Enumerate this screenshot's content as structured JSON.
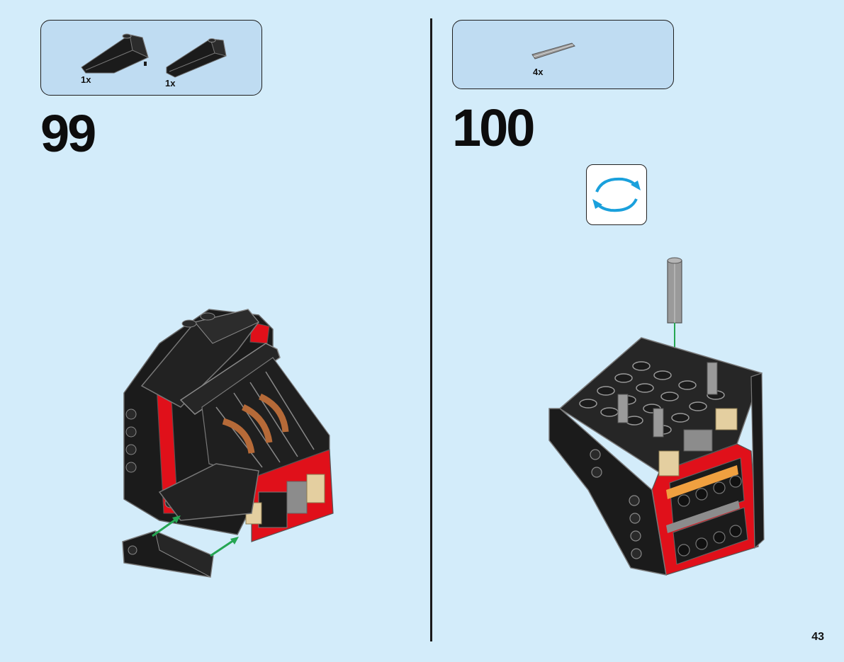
{
  "page": {
    "number": "43"
  },
  "steps": [
    {
      "number": "99",
      "parts": [
        {
          "qty": "1x",
          "part": "black wedge plate (left)",
          "color": "#1b1b1b"
        },
        {
          "qty": "1x",
          "part": "black wedge plate (right)",
          "color": "#1b1b1b"
        }
      ]
    },
    {
      "number": "100",
      "parts": [
        {
          "qty": "4x",
          "part": "gray axle",
          "color": "#9a9a9a"
        }
      ],
      "icon": "rotate-model-icon"
    }
  ],
  "colors": {
    "background": "#d3ecfa",
    "parts_box": "#bfdcf2",
    "brick_black": "#1b1b1b",
    "brick_red": "#e0101a",
    "brick_tan": "#e4cfa0",
    "brick_gray": "#8c8c8c",
    "brick_orange": "#f0a040",
    "brick_copper": "#b66a38",
    "arrow_green": "#26a653",
    "rotate_arrow": "#1aa0dc"
  }
}
